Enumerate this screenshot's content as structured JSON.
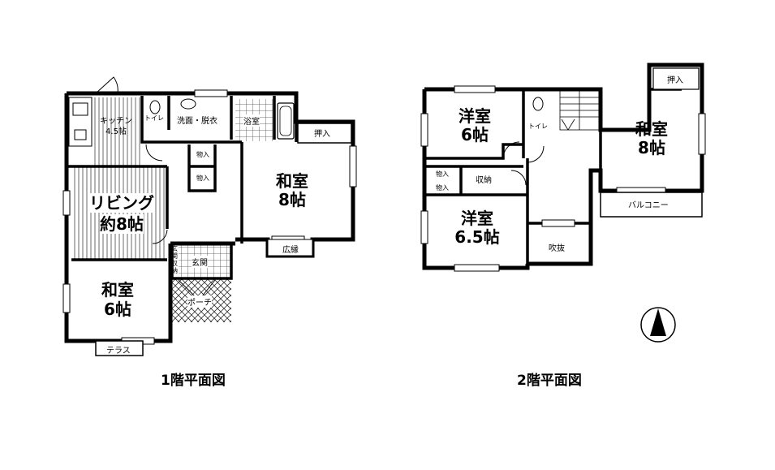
{
  "floor1": {
    "caption": "1階平面図",
    "kitchen": {
      "name": "キッチン",
      "size": "4.5帖"
    },
    "toilet": "トイレ",
    "washroom": "洗面・脱衣",
    "bath": "浴室",
    "closet1": "物入",
    "closet2": "物入",
    "oshiire": "押入",
    "washitsu8": {
      "name": "和室",
      "size": "8帖"
    },
    "living": {
      "name": "リビング",
      "size": "約8帖"
    },
    "entrance_storage": "玄関収納",
    "entrance": "玄関",
    "porch": "ポーチ",
    "engawa": "広縁",
    "washitsu6": {
      "name": "和室",
      "size": "6帖"
    },
    "terrace": "テラス"
  },
  "floor2": {
    "caption": "2階平面図",
    "youshitsu6": {
      "name": "洋室",
      "size": "6帖"
    },
    "toilet": "トイレ",
    "oshiire": "押入",
    "washitsu8": {
      "name": "和室",
      "size": "8帖"
    },
    "closet1": "物入",
    "closet2": "物入",
    "storage": "収納",
    "youshitsu65": {
      "name": "洋室",
      "size": "6.5帖"
    },
    "fukinuke": "吹抜",
    "balcony": "バルコニー"
  },
  "compass": {
    "icon": "north-arrow-icon"
  }
}
